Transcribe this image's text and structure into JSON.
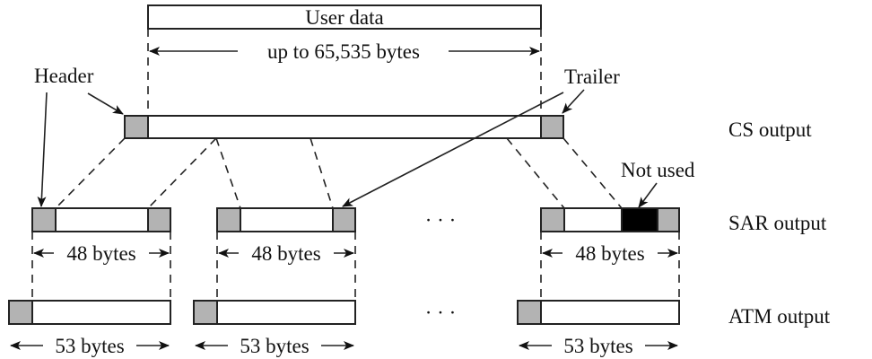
{
  "diagram": {
    "title": "AAL 3/4 segmentation into ATM cells",
    "user_data": {
      "label": "User data",
      "size_label": "up to 65,535 bytes"
    },
    "callouts": {
      "header": "Header",
      "trailer": "Trailer",
      "not_used": "Not used"
    },
    "rows": [
      {
        "id": "cs",
        "label": "CS output"
      },
      {
        "id": "sar",
        "label": "SAR output"
      },
      {
        "id": "atm",
        "label": "ATM output"
      }
    ],
    "sar_cells": [
      {
        "size_label": "48 bytes",
        "has_trailer": true,
        "has_unused": false
      },
      {
        "size_label": "48 bytes",
        "has_trailer": true,
        "has_unused": false
      },
      {
        "size_label": "48 bytes",
        "has_trailer": true,
        "has_unused": true
      }
    ],
    "atm_cells": [
      {
        "size_label": "53 bytes"
      },
      {
        "size_label": "53 bytes"
      },
      {
        "size_label": "53 bytes"
      }
    ],
    "ellipsis": "· · ·",
    "colors": {
      "header_trailer_fill": "#b3b3b3",
      "unused_fill": "#000000",
      "payload_fill": "#ffffff"
    }
  }
}
